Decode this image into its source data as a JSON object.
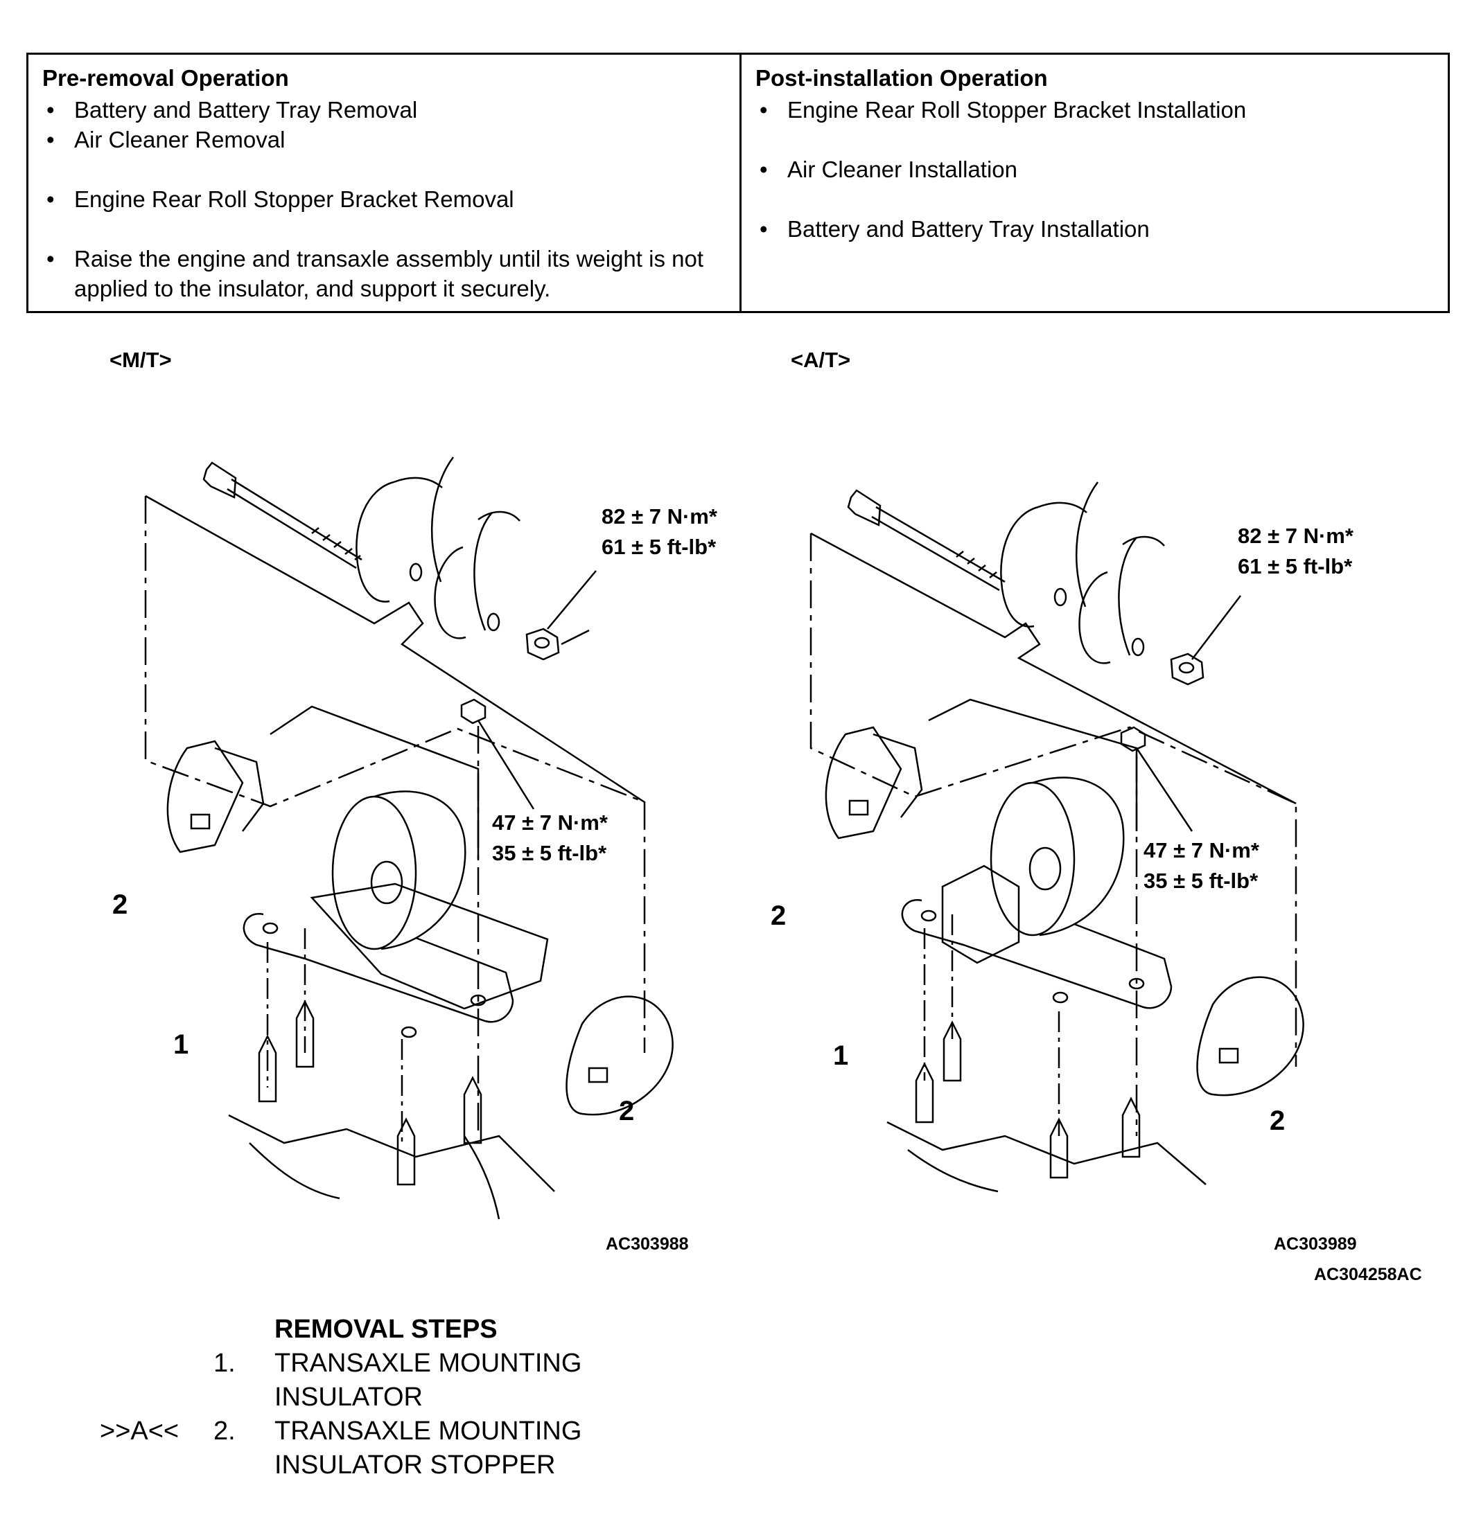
{
  "pre_removal": {
    "title": "Pre-removal Operation",
    "items": [
      "Battery and Battery Tray Removal",
      "Air Cleaner Removal",
      "Engine Rear Roll Stopper Bracket Removal",
      "Raise the engine and transaxle assembly until its weight is not applied to the insulator, and support it securely."
    ]
  },
  "post_installation": {
    "title": "Post-installation Operation",
    "items": [
      "Engine Rear Roll Stopper Bracket Installation",
      "Air Cleaner Installation",
      "Battery and Battery Tray Installation"
    ]
  },
  "diagrams": {
    "mt": {
      "label": "<M/T>",
      "torque_upper": [
        "82 ± 7 N·m*",
        "61 ± 5 ft-lb*"
      ],
      "torque_lower": [
        "47 ± 7 N·m*",
        "35 ± 5 ft-lb*"
      ],
      "callout_1": "1",
      "callout_2": "2",
      "figure_id": "AC303988"
    },
    "at": {
      "label": "<A/T>",
      "torque_upper": [
        "82 ± 7 N·m*",
        "61 ± 5 ft-lb*"
      ],
      "torque_lower": [
        "47 ± 7 N·m*",
        "35 ± 5 ft-lb*"
      ],
      "callout_1": "1",
      "callout_2": "2",
      "figure_id": "AC303989"
    },
    "overall_id": "AC304258AC"
  },
  "removal_steps": {
    "title": "REMOVAL STEPS",
    "steps": [
      {
        "ref": "",
        "number": "1.",
        "lines": [
          "TRANSAXLE MOUNTING",
          "INSULATOR"
        ]
      },
      {
        "ref": ">>A<<",
        "number": "2.",
        "lines": [
          "TRANSAXLE MOUNTING",
          "INSULATOR STOPPER"
        ]
      }
    ]
  }
}
